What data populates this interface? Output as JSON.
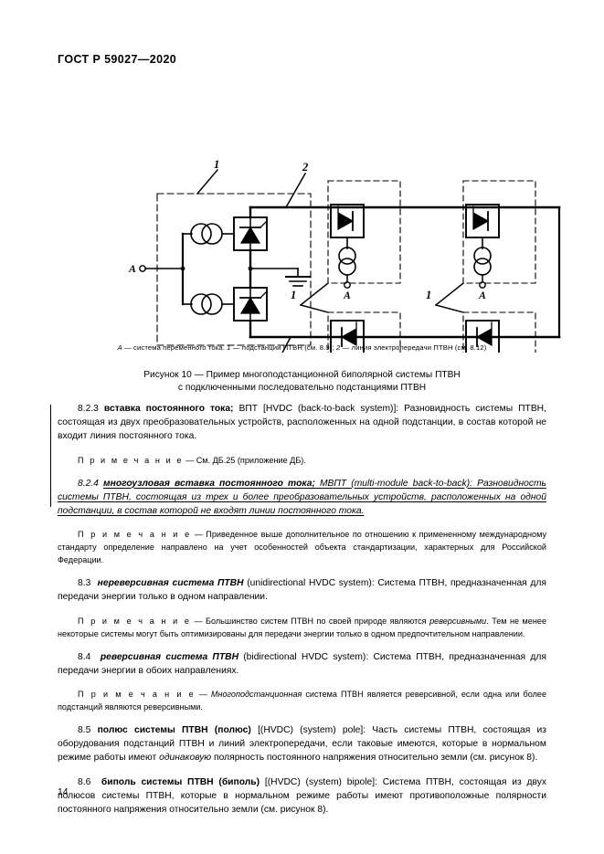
{
  "header": {
    "standard_number": "ГОСТ Р 59027—2020"
  },
  "figure": {
    "legend": {
      "a_label": "A",
      "text": " — система переменного тока. ",
      "item1_num": "1",
      "item1_text": " — подстанции ПТВН (см. 8.9); ",
      "item2_num": "2",
      "item2_text": " — линия электропередачи ПТВН (см. 8.12)"
    },
    "caption_line1": "Рисунок 10 — Пример многоподстанционной биполярной системы ПТВН",
    "caption_line2": "с подключенными последовательно подстанциями ПТВН",
    "callouts": {
      "station": "1",
      "line": "2",
      "ac_terminal": "A"
    }
  },
  "body": {
    "p_823": {
      "num": "8.2.3",
      "term": "вставка постоянного тока;",
      "abbr": " ВПТ [HVDC (back-to-back system)]:",
      "definition": " Разновидность системы ПТВН, состоящая из двух преобразовательных устройств, расположенных на одной подстанции, в состав которой не входит линия постоянного тока."
    },
    "note_823": {
      "label": "П р и м е ч а н и е",
      "text": " — См. ДБ.25 (приложение ДБ)."
    },
    "p_824": {
      "num": "8.2.4",
      "term": "многоузловая вставка постоянного тока;",
      "abbr": " МВПТ (multi-module back-to-back):",
      "definition": " Разновидность системы ПТВН, состоящая из трех и более преобразовательных устройств, расположенных на одной подстанции, в состав которой не входят линии постоянного тока."
    },
    "note_824": {
      "label": "П р и м е ч а н и е",
      "text": " — Приведенное выше дополнительное по отношению к примененному международному стандарту определение направлено на учет особенностей объекта стандартизации, характерных для Российской Федерации."
    },
    "p_83": {
      "num": "8.3",
      "term": "нереверсивная система ПТВН",
      "abbr": " (unidirectional HVDC system):",
      "definition": " Система ПТВН, предназначенная для передачи энергии только в одном направлении."
    },
    "note_83": {
      "label": "П р и м е ч а н и е",
      "text_before": " — Большинство систем ПТВН по своей природе являются ",
      "emphasis": "реверсивными",
      "text_after": ". Тем не менее некоторые системы могут быть оптимизированы для передачи энергии только в одном предпочтительном направлении."
    },
    "p_84": {
      "num": "8.4",
      "term": "реверсивная система ПТВН",
      "abbr": " (bidirectional HVDC system):",
      "definition": " Система ПТВН, предназначенная для передачи энергии в обоих направлениях."
    },
    "note_84": {
      "label": "П р и м е ч а н и е",
      "text_before": " — ",
      "emphasis": "Многоподстанционная",
      "text_after": " система ПТВН является реверсивной, если одна или более подстанций являются реверсивными."
    },
    "p_85": {
      "num": "8.5",
      "term": "полюс системы ПТВН (полюс)",
      "abbr": " [(HVDC) (system) pole]:",
      "definition_before": " Часть системы ПТВН, состоящая из оборудования подстанций ПТВН и линий электропередачи, если таковые имеются, которые в нормальном режиме работы имеют ",
      "emphasis": "одинаковую",
      "definition_after": " полярность постоянного напряжения относительно земли (см. рисунок 8)."
    },
    "p_86": {
      "num": "8.6",
      "term": "биполь системы ПТВН (биполь)",
      "abbr": " [(HVDC) (system) bipole]:",
      "definition": " Система ПТВН, состоящая из двух полюсов системы ПТВН, которые в нормальном режиме работы имеют противоположные полярности постоянного напряжения относительно земли (см. рисунок 8)."
    }
  },
  "folio": {
    "page_number": "14"
  }
}
